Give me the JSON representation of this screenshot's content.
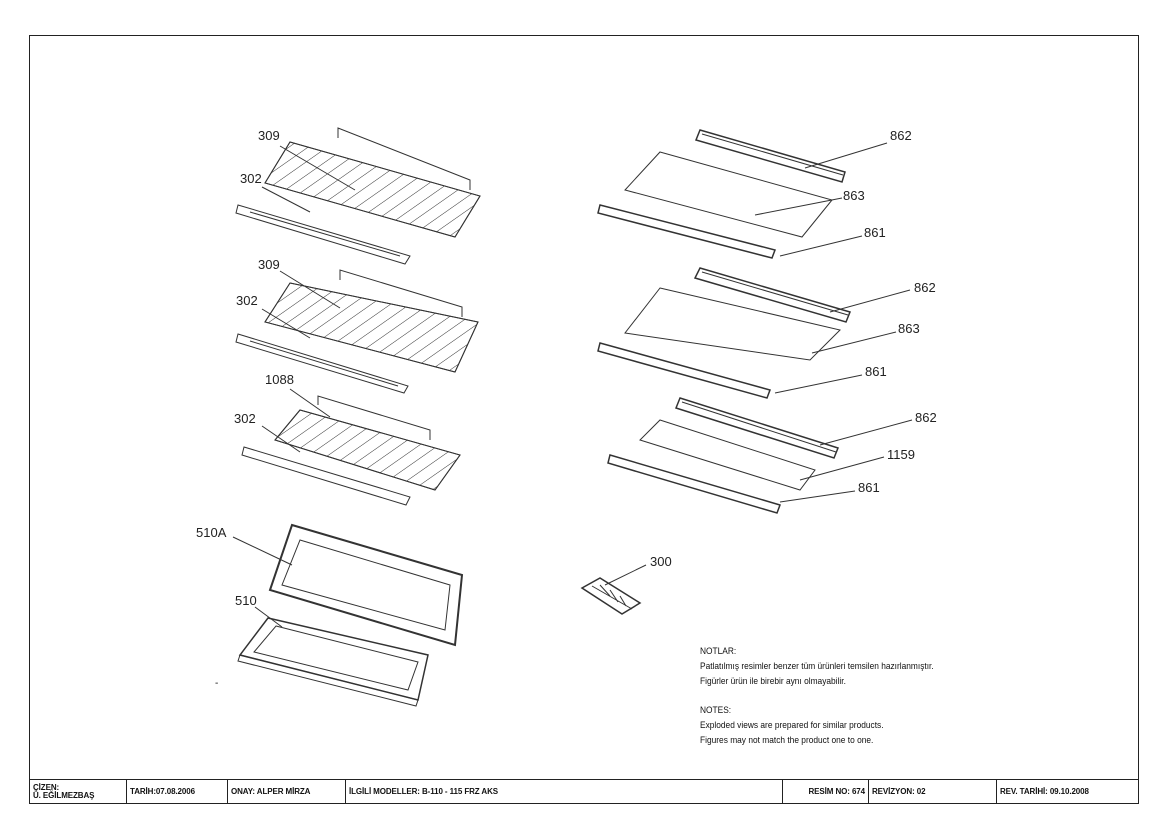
{
  "labels": {
    "l309a": "309",
    "l302a": "302",
    "l309b": "309",
    "l302b": "302",
    "l1088": "1088",
    "l302c": "302",
    "l510a": "510A",
    "l510": "510",
    "l862a": "862",
    "l863a": "863",
    "l861a": "861",
    "l862b": "862",
    "l863b": "863",
    "l861b": "861",
    "l862c": "862",
    "l1159": "1159",
    "l861c": "861",
    "l300": "300"
  },
  "notes": {
    "tr_heading": "NOTLAR:",
    "tr_line1": "Patlatılmış resimler benzer tüm ürünleri temsilen hazırlanmıştır.",
    "tr_line2": "Figürler ürün ile birebir aynı olmayabilir.",
    "en_heading": "NOTES:",
    "en_line1": "Exploded views are prepared for similar products.",
    "en_line2": "Figures may not match the product one to one."
  },
  "title_block": {
    "drawn_label": "ÇİZEN:",
    "drawn_name": "Ü. EĞİLMEZBAŞ",
    "date": "TARİH:07.08.2006",
    "approval": "ONAY: ALPER MİRZA",
    "models": "İLGİLİ MODELLER: B-110 - 115 FRZ AKS",
    "drawing_no": "RESİM NO: 674",
    "revision": "REVİZYON: 02",
    "rev_date": "REV. TARİHİ: 09.10.2008"
  },
  "stray_mark": "-"
}
